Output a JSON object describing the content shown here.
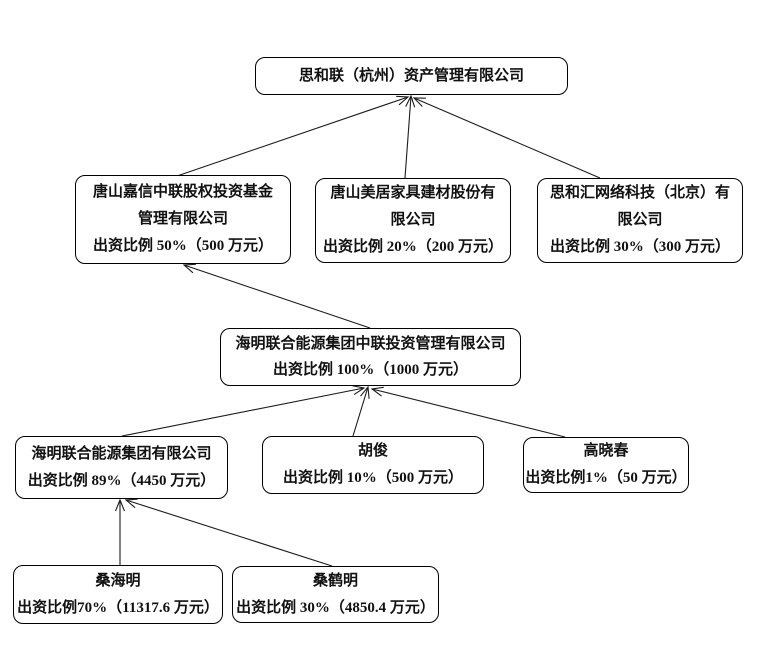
{
  "diagram": {
    "type": "equity-structure-tree",
    "colors": {
      "line": "#1c1c1c",
      "box_border": "#000000",
      "background": "#ffffff",
      "text": "#111111"
    },
    "nodes": {
      "top": {
        "lines": [
          "思和联（杭州）资产管理有限公司"
        ]
      },
      "l2a": {
        "lines": [
          "唐山嘉信中联股权投资基金",
          "管理有限公司",
          "出资比例 50%（500 万元）"
        ]
      },
      "l2b": {
        "lines": [
          "唐山美居家具建材股份有",
          "限公司",
          "出资比例 20%（200 万元）"
        ]
      },
      "l2c": {
        "lines": [
          "思和汇网络科技（北京）有",
          "限公司",
          "出资比例 30%（300 万元）"
        ]
      },
      "l3": {
        "lines": [
          "海明联合能源集团中联投资管理有限公司",
          "出资比例 100%（1000 万元）"
        ]
      },
      "l4a": {
        "lines": [
          "海明联合能源集团有限公司",
          "出资比例 89%（4450 万元）"
        ]
      },
      "l4b": {
        "lines": [
          "胡俊",
          "出资比例 10%（500 万元）"
        ]
      },
      "l4c": {
        "lines": [
          "高晓春",
          "出资比例1%（50 万元）"
        ]
      },
      "l5a": {
        "lines": [
          "桑海明",
          "出资比例70%（11317.6 万元）"
        ]
      },
      "l5b": {
        "lines": [
          "桑鹤明",
          "出资比例 30%（4850.4 万元）"
        ]
      }
    },
    "edges": [
      {
        "from": "l2a",
        "to": "top"
      },
      {
        "from": "l2b",
        "to": "top"
      },
      {
        "from": "l2c",
        "to": "top"
      },
      {
        "from": "l3",
        "to": "l2a"
      },
      {
        "from": "l4a",
        "to": "l3"
      },
      {
        "from": "l4b",
        "to": "l3"
      },
      {
        "from": "l4c",
        "to": "l3"
      },
      {
        "from": "l5a",
        "to": "l4a"
      },
      {
        "from": "l5b",
        "to": "l4a"
      }
    ]
  }
}
